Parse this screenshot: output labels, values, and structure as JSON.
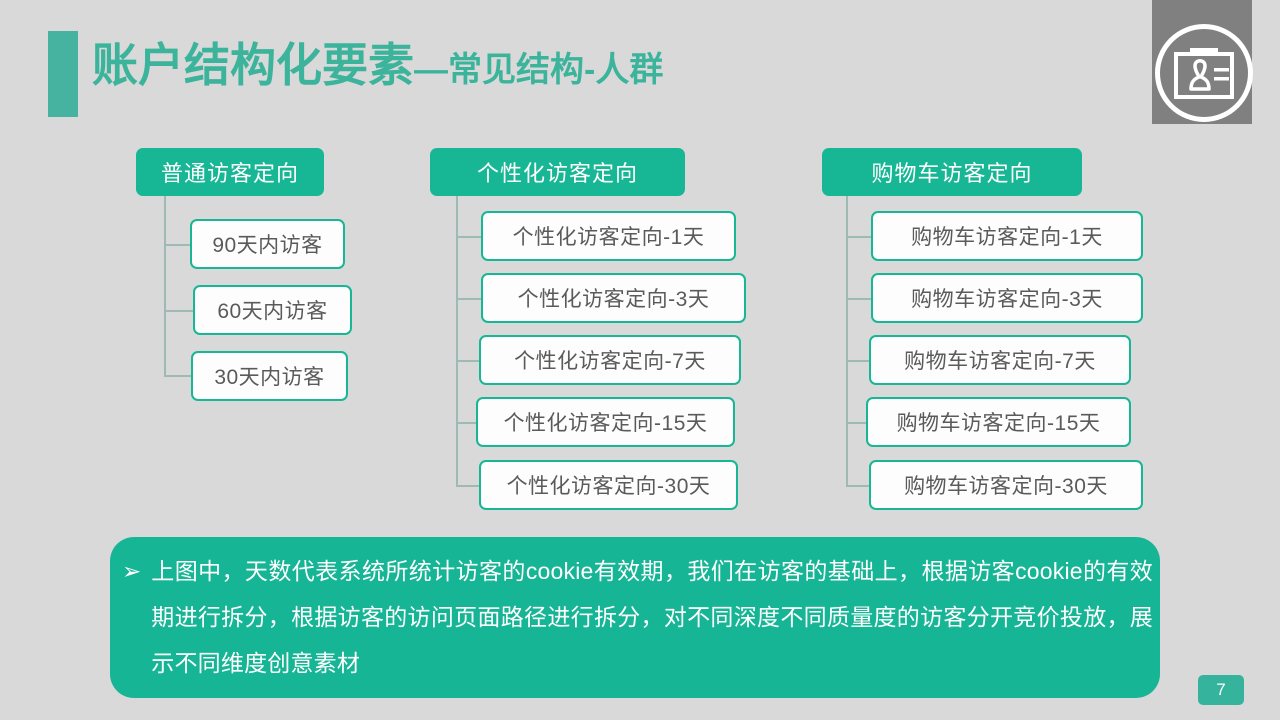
{
  "slide": {
    "background_color": "#d9d9d9",
    "accent_color": "#17b795",
    "title_color": "#3cb49c",
    "page_number": "7"
  },
  "header": {
    "title_main": "账户结构化要素",
    "title_sub": "—常见结构-人群"
  },
  "logo": {
    "icon": "id-badge-icon"
  },
  "tree": {
    "columns": [
      {
        "header": "普通访客定向",
        "children": [
          "90天内访客",
          "60天内访客",
          "30天内访客"
        ]
      },
      {
        "header": "个性化访客定向",
        "children": [
          "个性化访客定向-1天",
          "个性化访客定向-3天",
          "个性化访客定向-7天",
          "个性化访客定向-15天",
          "个性化访客定向-30天"
        ]
      },
      {
        "header": "购物车访客定向",
        "children": [
          "购物车访客定向-1天",
          "购物车访客定向-3天",
          "购物车访客定向-7天",
          "购物车访客定向-15天",
          "购物车访客定向-30天"
        ]
      }
    ]
  },
  "note": {
    "bullet": "➢",
    "text": "上图中，天数代表系统所统计访客的cookie有效期，我们在访客的基础上，根据访客cookie的有效期进行拆分，根据访客的访问页面路径进行拆分，对不同深度不同质量度的访客分开竞价投放，展示不同维度创意素材"
  }
}
